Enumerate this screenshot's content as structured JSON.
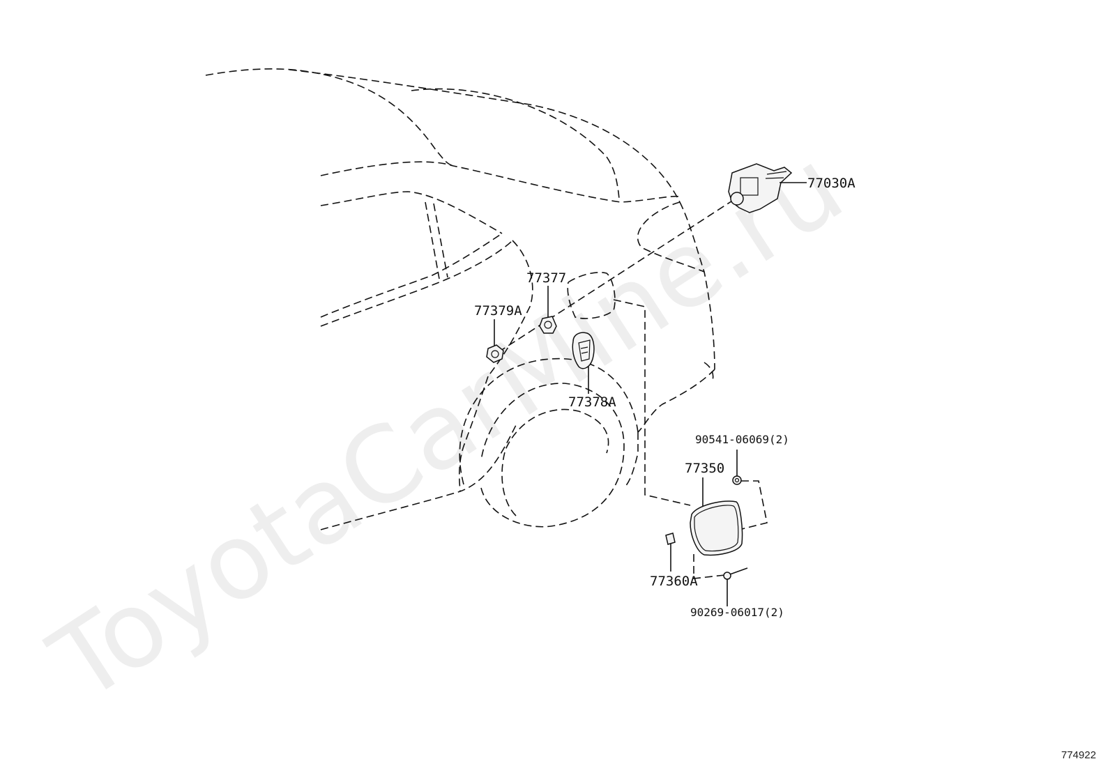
{
  "watermark": "ToyotaCarMine.ru",
  "diagram_number": "774922",
  "parts": {
    "p77030A": "77030A",
    "p77377": "77377",
    "p77379A": "77379A",
    "p77378A": "77378A",
    "p90541": "90541-06069(2)",
    "p77350": "77350",
    "p77360A": "77360A",
    "p90269": "90269-06017(2)"
  }
}
